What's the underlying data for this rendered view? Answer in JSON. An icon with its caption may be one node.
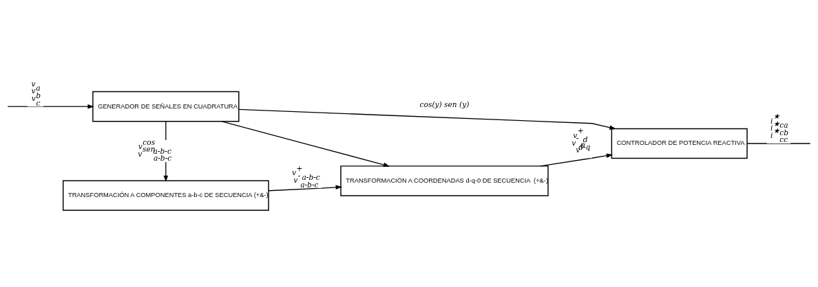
{
  "diagram": {
    "nodes": [
      {
        "text": [
          "GENERADOR DE SEÑALES EN CUADRATURA"
        ]
      },
      {
        "text": [
          "CONTROLADOR DE POTENCIA REACTIVA"
        ]
      },
      {
        "text": [
          "TRANSFORMACIÓN A COMPONENTES a-b-c DE SECUENCIA (+&-)"
        ]
      },
      {
        "text": [
          "TRANSFORMACIÓN A COORDENADAS d-q-0 DE SECUENCIA  (+&-)"
        ]
      }
    ],
    "edges": [
      {
        "from": null,
        "to": 0,
        "arrow": "to",
        "label": "v$_{a}$ v$_{b}$ v$_{c}$"
      },
      {
        "from": 0,
        "to": 1,
        "arrow": "to",
        "label": "cos(y) sen (y)"
      },
      {
        "from": 0,
        "to": 3,
        "arrow": "to"
      },
      {
        "from": 0,
        "to": 2,
        "arrow": "to",
        "label": "v$^{cos}$$_{a-b-c}$ v$^{sen}$$_{a-b-c}$"
      },
      {
        "from": 2,
        "to": 3,
        "arrow": "to",
        "label": "v$^{+}$$_{a-b-c}$ v$^{-}$$_{a-b-c}$"
      },
      {
        "from": 3,
        "to": 1,
        "arrow": "to",
        "label": "v$^{+}$$_{d}$ v$^{-}$$_{d-q}$ v$^{0}$"
      },
      {
        "from": 1,
        "to": null,
        "arrow": "none",
        "label": "i$^{★}$$_{ca}$ i$^{★}$$_{cb}$ i$^{★}$$_{cc}$"
      }
    ]
  }
}
